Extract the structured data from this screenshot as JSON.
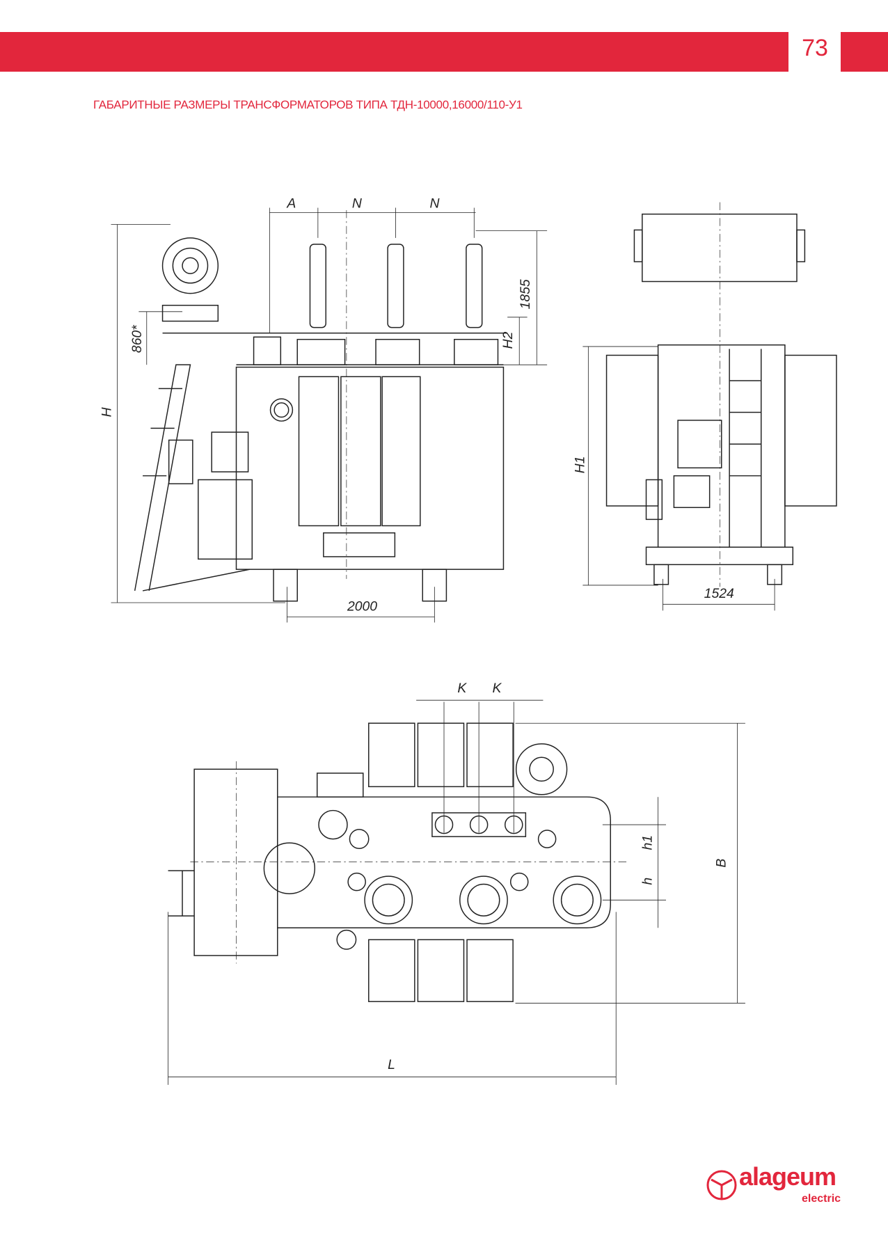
{
  "header": {
    "page_number": "73",
    "accent_color": "#e2263c"
  },
  "title": "ГАБАРИТНЫЕ РАЗМЕРЫ ТРАНСФОРМАТОРОВ ТИПА ТДН-10000,16000/110-У1",
  "front_view": {
    "dims": {
      "a": "A",
      "n1": "N",
      "n2": "N",
      "d1855": "1855",
      "h2": "H2",
      "d860": "860*",
      "h": "H",
      "d2000": "2000"
    }
  },
  "side_view": {
    "dims": {
      "h1": "H1",
      "d1524": "1524"
    }
  },
  "top_view": {
    "dims": {
      "k1": "K",
      "k2": "K",
      "h1": "h1",
      "h": "h",
      "b": "B",
      "l": "L"
    }
  },
  "logo": {
    "name": "alageum",
    "sub": "electric"
  }
}
